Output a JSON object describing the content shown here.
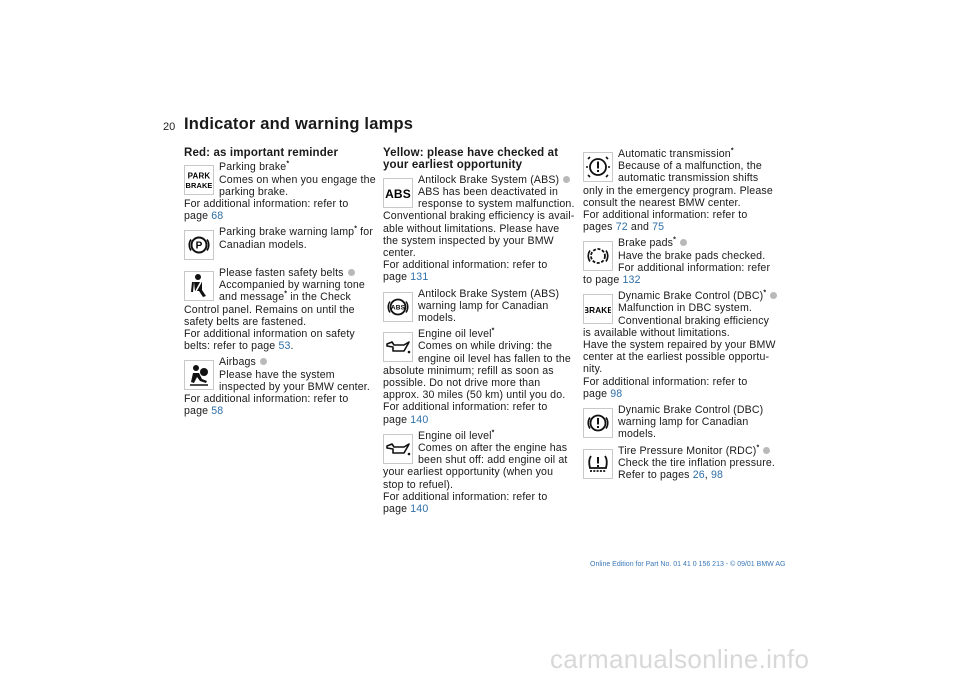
{
  "page": {
    "number": "20",
    "title": "Indicator and warning lamps"
  },
  "red": {
    "heading": "Red: as important reminder",
    "parking_brake": {
      "icon": "park-brake-icon",
      "title": "Parking brake",
      "line1": "Comes on when you engage the",
      "line2": "parking brake.",
      "line3": "For additional information: refer to",
      "line4": "page",
      "page": "68"
    },
    "parking_lamp_ca": {
      "icon": "circle-p-icon",
      "title_a": "Parking brake warning lamp",
      "title_b": " for",
      "line2": "Canadian models."
    },
    "seat_belts": {
      "icon": "seat-belt-icon",
      "title": "Please fasten safety belts",
      "line1": "Accompanied by warning tone",
      "line2a": "and message",
      "line2b": " in the Check",
      "line3": "Control panel. Remains on until the",
      "line4": "safety belts are fastened.",
      "line5": "For additional information on safety",
      "line6": "belts: refer to page ",
      "page": "53",
      "suffix": "."
    },
    "airbags": {
      "icon": "airbag-icon",
      "title": "Airbags",
      "line1": "Please have the system",
      "line2": "inspected by your BMW center.",
      "line3": "For additional information: refer to",
      "line4": "page ",
      "page": "58"
    }
  },
  "yellow": {
    "heading_line1": "Yellow: please have checked at",
    "heading_line2": "your earliest opportunity",
    "abs": {
      "icon": "abs-icon",
      "icon_text": "ABS",
      "title": "Antilock Brake System (ABS)",
      "line1": "ABS has been deactivated in",
      "line2": "response to system malfunction.",
      "line3": "Conventional braking efficiency is avail-",
      "line4": "able without limitations. Please have",
      "line5": "the system inspected by your BMW",
      "line6": "center.",
      "line7": "For additional information: refer to",
      "line8": "page ",
      "page": "131"
    },
    "abs_ca": {
      "icon": "abs-circle-icon",
      "icon_text": "ABS",
      "title": "Antilock Brake System (ABS)",
      "line1": "warning lamp for Canadian",
      "line2": "models."
    },
    "oil_driving": {
      "icon": "oil-can-icon",
      "title": "Engine oil level",
      "line1": "Comes on while driving: the",
      "line2": "engine oil level has fallen to the",
      "line3": "absolute minimum; refill as soon as",
      "line4": "possible. Do not drive more than",
      "line5": "approx. 30 miles (50 km) until you do.",
      "line6": "For additional information: refer to",
      "line7": "page ",
      "page": "140"
    },
    "oil_stopped": {
      "icon": "oil-can-icon",
      "title": "Engine oil level",
      "line1": "Comes on after the engine has",
      "line2": "been shut off: add engine oil at",
      "line3": "your earliest opportunity (when you",
      "line4": "stop to refuel).",
      "line5": "For additional information: refer to",
      "line6": "page ",
      "page": "140"
    }
  },
  "col3": {
    "transmission": {
      "icon": "transmission-warning-icon",
      "title": "Automatic transmission",
      "line1": "Because of a malfunction, the",
      "line2": "automatic transmission shifts",
      "line3": "only in the emergency program. Please",
      "line4": "consult the nearest BMW center.",
      "line5": "For additional information: refer to",
      "line6": "pages ",
      "page_a": "72",
      "and": " and ",
      "page_b": "75"
    },
    "brake_pads": {
      "icon": "brake-pad-icon",
      "title": "Brake pads",
      "line1": "Have the brake pads checked.",
      "line2": "For additional information: refer",
      "line3": "to page ",
      "page": "132"
    },
    "dbc": {
      "icon": "brake-text-icon",
      "icon_text": "BRAKE",
      "title": "Dynamic Brake Control (DBC)",
      "line1": "Malfunction in DBC system.",
      "line2": "Conventional braking efficiency",
      "line3": "is available without limitations.",
      "line4": "Have the system repaired by your BMW",
      "line5": "center at the earliest possible opportu-",
      "line6": "nity.",
      "line7": "For additional information: refer to",
      "line8": "page ",
      "page": "98"
    },
    "dbc_ca": {
      "icon": "brake-warning-icon",
      "title": "Dynamic Brake Control (DBC)",
      "line1": "warning lamp for Canadian",
      "line2": "models."
    },
    "rdc": {
      "icon": "tire-pressure-icon",
      "title": "Tire Pressure Monitor (RDC)",
      "line1": "Check the tire inflation pressure.",
      "line2": "Refer to pages ",
      "page_a": "26",
      "sep": ", ",
      "page_b": "98"
    }
  },
  "optional_marker": "*",
  "footer": "Online Edition for Part No. 01 41 0 156 213 - © 09/01 BMW AG",
  "watermark": "carmanualsonline.info"
}
